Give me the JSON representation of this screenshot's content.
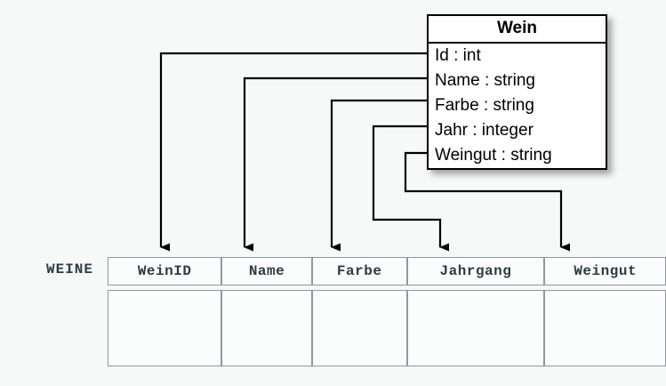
{
  "diagram": {
    "title_visible": false,
    "background_color": "#f7f8f8",
    "line_color": "#000000",
    "table_text_color": "#2b3c43",
    "table_border_color": "#8a9aa0"
  },
  "uml_class": {
    "name": "Wein",
    "attributes": [
      {
        "label": "Id : int",
        "field": "Id",
        "type": "int"
      },
      {
        "label": "Name : string",
        "field": "Name",
        "type": "string"
      },
      {
        "label": "Farbe : string",
        "field": "Farbe",
        "type": "string"
      },
      {
        "label": "Jahr : integer",
        "field": "Jahr",
        "type": "integer"
      },
      {
        "label": "Weingut : string",
        "field": "Weingut",
        "type": "string"
      }
    ]
  },
  "relational_table": {
    "label": "WEINE",
    "columns": [
      {
        "header": "WeinID"
      },
      {
        "header": "Name"
      },
      {
        "header": "Farbe"
      },
      {
        "header": "Jahrgang"
      },
      {
        "header": "Weingut"
      }
    ],
    "data_rows": [
      {
        "cells": [
          "",
          "",
          "",
          "",
          ""
        ]
      }
    ]
  },
  "mappings": [
    {
      "from": "Id",
      "to": "WeinID",
      "arrow": "arrow-down-icon"
    },
    {
      "from": "Name",
      "to": "Name",
      "arrow": "arrow-down-icon"
    },
    {
      "from": "Farbe",
      "to": "Farbe",
      "arrow": "arrow-down-icon"
    },
    {
      "from": "Jahr",
      "to": "Jahrgang",
      "arrow": "arrow-down-icon"
    },
    {
      "from": "Weingut",
      "to": "Weingut",
      "arrow": "arrow-down-icon"
    }
  ]
}
